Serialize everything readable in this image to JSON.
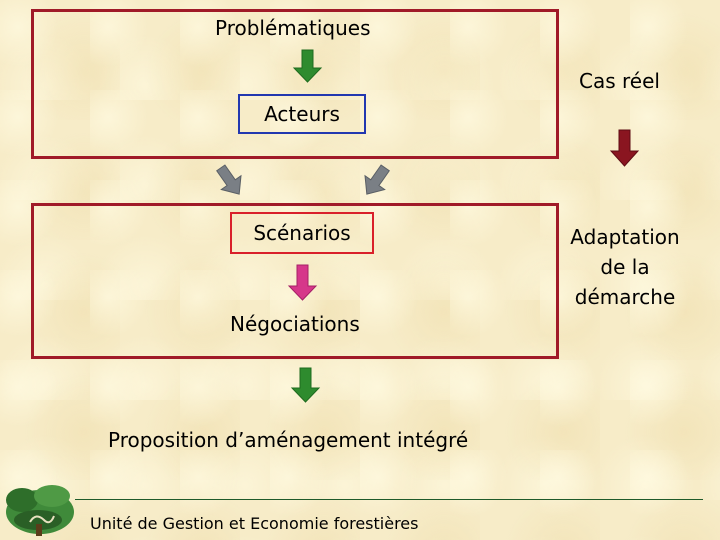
{
  "nodes": {
    "problematiques": "Problématiques",
    "acteurs": "Acteurs",
    "scenarios": "Scénarios",
    "negociations": "Négociations",
    "proposition": "Proposition d’aménagement intégré",
    "cas_reel": "Cas réel",
    "adaptation_line1": "Adaptation",
    "adaptation_line2": "de la",
    "adaptation_line3": "démarche"
  },
  "footer": {
    "institution": "Unité de Gestion et Economie forestières"
  },
  "colors": {
    "frame": "#a01a28",
    "acteurs_border": "#2238b0",
    "scenarios_border": "#d9202a",
    "arrow_green": "#2e8b2e",
    "arrow_pink": "#d6378a",
    "arrow_gray": "#7a7f85",
    "arrow_darkred": "#8a1520"
  },
  "icons": {
    "logo": "tree-logo-icon"
  }
}
